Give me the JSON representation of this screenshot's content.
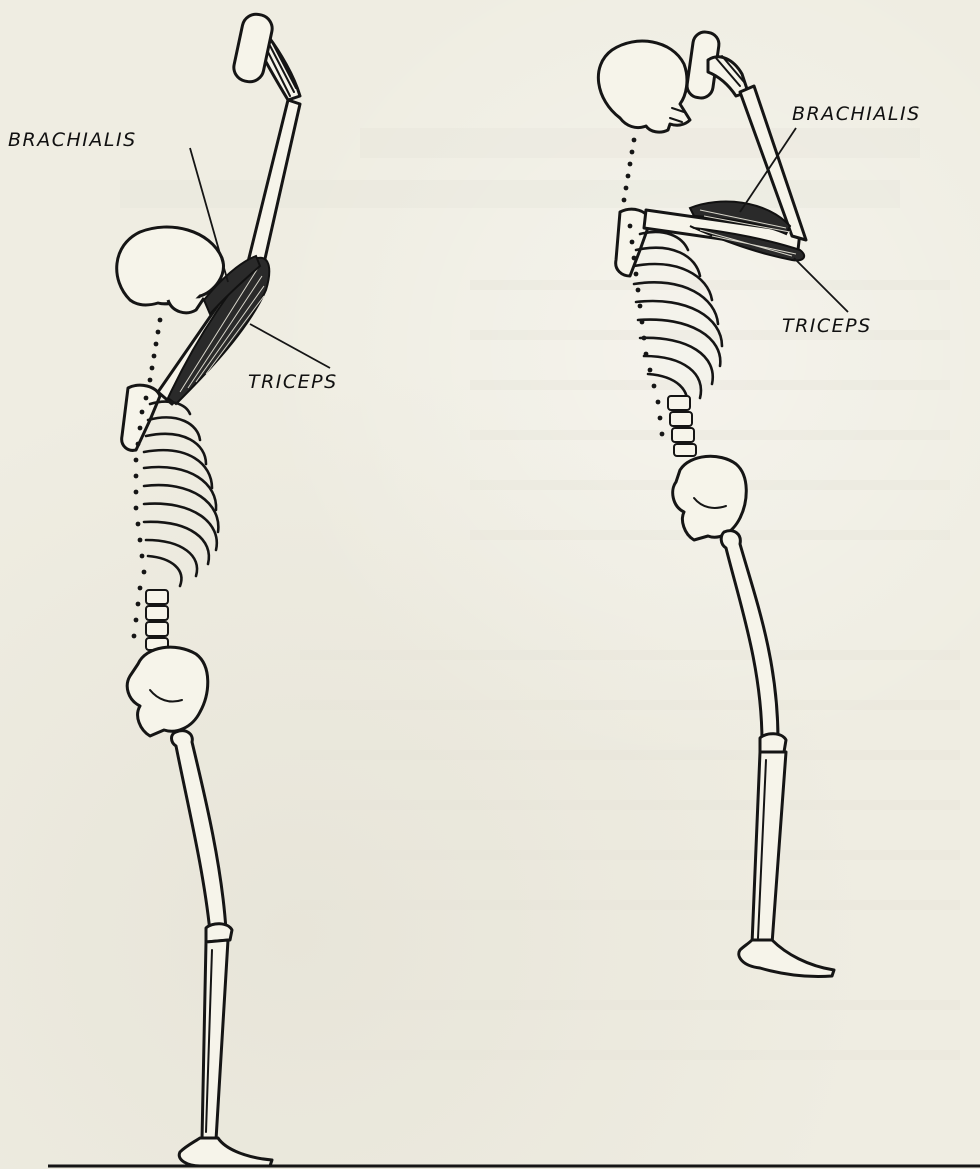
{
  "labels": {
    "left_brachialis": "BRACHIALIS",
    "left_triceps": "TRICEPS",
    "right_brachialis": "BRACHIALIS",
    "right_triceps": "TRICEPS"
  },
  "colors": {
    "paper": "#efede2",
    "ink": "#151515",
    "muscle": "#2a2a2a"
  }
}
